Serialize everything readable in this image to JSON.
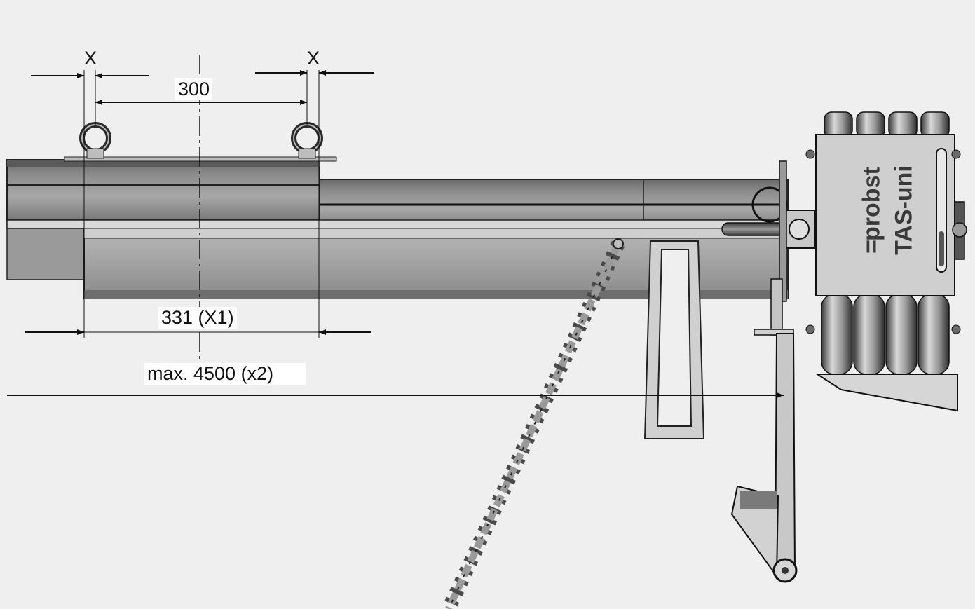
{
  "dimensions": {
    "x_left": "X",
    "x_right": "X",
    "spacing": "300",
    "width_x1": "331 (X1)",
    "max_x2": "max. 4500 (x2)"
  },
  "device": {
    "brand": "probst",
    "model": "TAS-uni"
  },
  "colors": {
    "background": "#efefef",
    "steel_dark": "#5a5a5a",
    "steel_mid": "#9a9a9a",
    "steel_light": "#c8c8c8",
    "line": "#111111"
  }
}
